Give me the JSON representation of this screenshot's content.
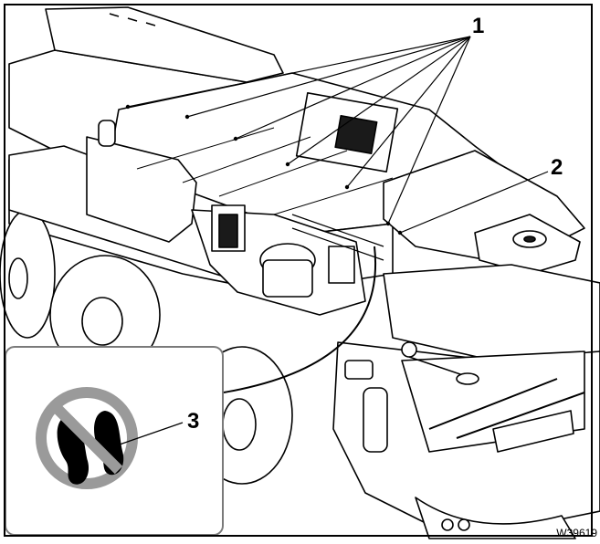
{
  "callouts": {
    "c1": "1",
    "c2": "2",
    "c3": "3"
  },
  "figure_code": "W39619",
  "colors": {
    "line": "#000000",
    "fill": "#ffffff",
    "dark": "#1a1a1a",
    "prohibition_ring": "#9a9a9a",
    "inset_border": "#7a7a7a"
  },
  "icons": {
    "prohibition_sign": "no-stepping-footprints-icon"
  }
}
